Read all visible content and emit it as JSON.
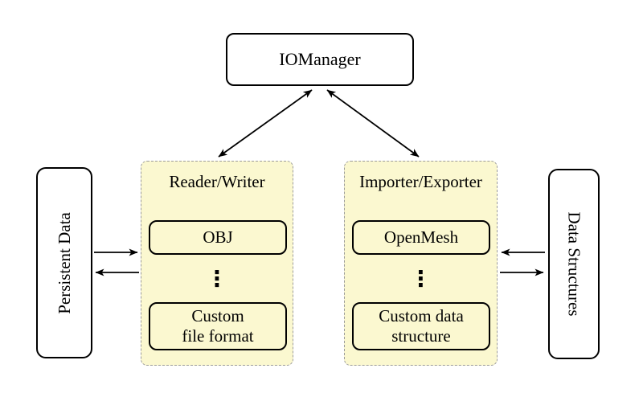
{
  "diagram": {
    "nodes": {
      "iomanager": "IOManager",
      "persistent_data": "Persistent Data",
      "data_structures": "Data Structures"
    },
    "groups": {
      "reader_writer": {
        "title": "Reader/Writer",
        "items": [
          "OBJ",
          "Custom\nfile format"
        ],
        "ellipsis": "⋮"
      },
      "importer_exporter": {
        "title": "Importer/Exporter",
        "items": [
          "OpenMesh",
          "Custom data\nstructure"
        ],
        "ellipsis": "⋮"
      }
    },
    "connections": [
      {
        "from": "IOManager",
        "to": "Reader/Writer",
        "bidirectional": true
      },
      {
        "from": "IOManager",
        "to": "Importer/Exporter",
        "bidirectional": true
      },
      {
        "from": "Persistent Data",
        "to": "Reader/Writer",
        "bidirectional": false
      },
      {
        "from": "Reader/Writer",
        "to": "Persistent Data",
        "bidirectional": false
      },
      {
        "from": "Data Structures",
        "to": "Importer/Exporter",
        "bidirectional": false
      },
      {
        "from": "Importer/Exporter",
        "to": "Data Structures",
        "bidirectional": false
      }
    ],
    "colors": {
      "background": "#ffffff",
      "group_fill": "#fbf8d0",
      "group_border": "#9c9c9c",
      "node_border": "#000000",
      "arrow": "#000000"
    }
  }
}
